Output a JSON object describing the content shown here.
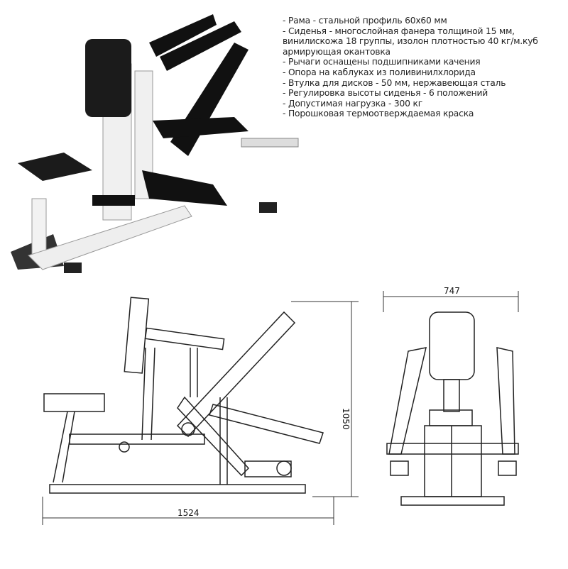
{
  "specs": [
    "- Рама - стальной профиль 60х60 мм",
    "- Сиденья - многослойная фанера толщиной 15 мм,",
    "винилискожа 18 группы, изолон плотностью 40 кг/м.куб",
    "армирующая окантовка",
    "- Рычаги оснащены подшипниками качения",
    "- Опора на каблуках из поливинилхлорида",
    "- Втулка для дисков - 50 мм, нержавеющая сталь",
    "- Регулировка высоты сиденья - 6 положений",
    "- Допустимая нагрузка - 300 кг",
    "- Порошковая термоотверждаемая краска"
  ],
  "dimensions": {
    "length": "1524",
    "height": "1050",
    "width": "747"
  }
}
